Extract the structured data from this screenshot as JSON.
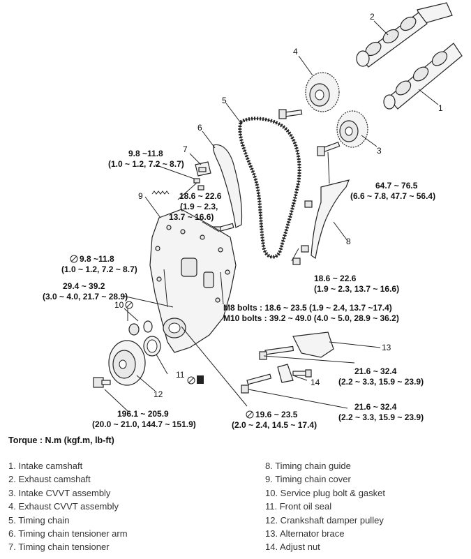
{
  "callouts": {
    "n1": "1",
    "n2": "2",
    "n3": "3",
    "n4": "4",
    "n5": "5",
    "n6": "6",
    "n7": "7",
    "n8": "8",
    "n9": "9",
    "n10": "10",
    "n11": "11",
    "n12": "12",
    "n13": "13",
    "n14": "14"
  },
  "torques": {
    "t7_a": "9.8 ~11.8",
    "t7_b": "(1.0 ~ 1.2, 7.2 ~ 8.7)",
    "t6_a": "18.6 ~ 22.6",
    "t6_b": "(1.9 ~ 2.3,",
    "t6_c": "13.7 ~ 16.6)",
    "t3_a": "64.7 ~ 76.5",
    "t3_b": "(6.6 ~ 7.8, 47.7 ~ 56.4)",
    "t9_a": "9.8 ~11.8",
    "t9_b": "(1.0 ~ 1.2, 7.2 ~ 8.7)",
    "t10_a": "29.4 ~ 39.2",
    "t10_b": "(3.0 ~ 4.0, 21.7 ~ 28.9)",
    "t8_a": "18.6 ~ 22.6",
    "t8_b": "(1.9 ~ 2.3, 13.7 ~ 16.6)",
    "m8": "M8 bolts : 18.6 ~ 23.5 (1.9 ~ 2.4, 13.7 ~17.4)",
    "m10": "M10 bolts : 39.2 ~ 49.0 (4.0 ~ 5.0, 28.9 ~ 36.2)",
    "t13_a": "21.6 ~ 32.4",
    "t13_b": "(2.2 ~ 3.3, 15.9 ~ 23.9)",
    "t14_a": "21.6 ~ 32.4",
    "t14_b": "(2.2 ~ 3.3, 15.9 ~ 23.9)",
    "t12_a": "196.1 ~ 205.9",
    "t12_b": "(20.0 ~ 21.0, 144.7 ~ 151.9)",
    "t11_a": "19.6 ~ 23.5",
    "t11_b": "(2.0 ~ 2.4, 14.5 ~ 17.4)"
  },
  "torque_note": "Torque : N.m (kgf.m, lb-ft)",
  "legend": {
    "left": [
      "1. Intake camshaft",
      "2. Exhaust camshaft",
      "3. Intake CVVT assembly",
      "4. Exhaust CVVT assembly",
      "5. Timing chain",
      "6. Timing chain tensioner arm",
      "7. Timing chain tensioner"
    ],
    "right": [
      "8. Timing chain guide",
      "9. Timing chain cover",
      "10. Service plug bolt & gasket",
      "11. Front oil seal",
      "12. Crankshaft damper pulley",
      "13. Alternator brace",
      "14. Adjust nut"
    ]
  }
}
